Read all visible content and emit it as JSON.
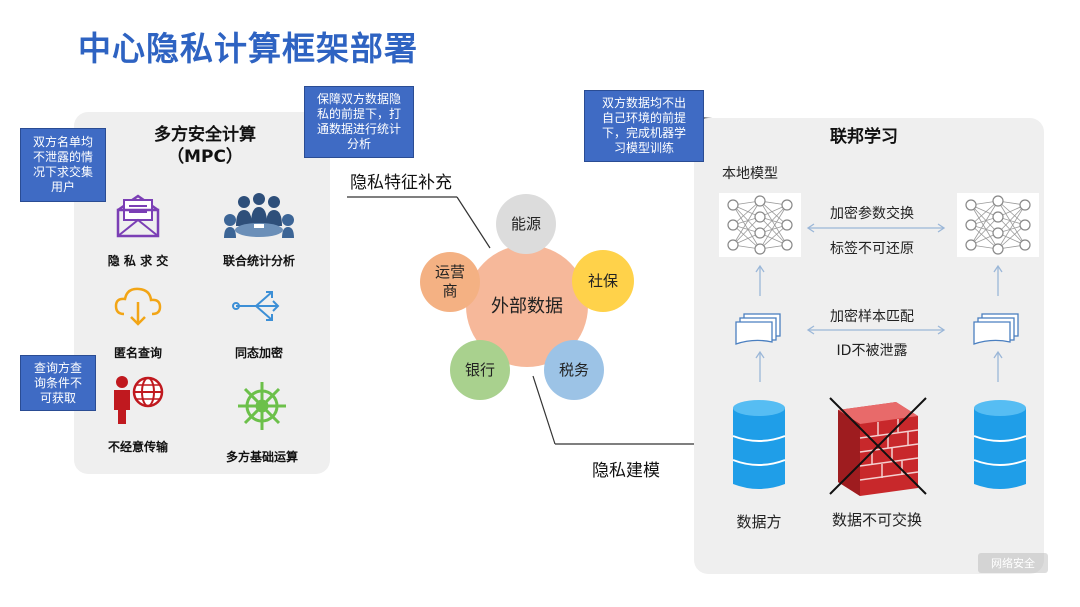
{
  "title": "中心隐私计算框架部署",
  "mpc": {
    "heading": "多方安全计算\n（MPC）",
    "tools": [
      {
        "label": "隐 私 求 交",
        "icon": "envelope-icon",
        "color": "#7b3fb5"
      },
      {
        "label": "联合统计分析",
        "icon": "meeting-icon",
        "color": "#2e4f7a"
      },
      {
        "label": "匿名查询",
        "icon": "cloud-download-icon",
        "color": "#f2a516"
      },
      {
        "label": "同态加密",
        "icon": "share-arrows-icon",
        "color": "#3c8fd6"
      },
      {
        "label": "不经意传输",
        "icon": "person-globe-icon",
        "color": "#c0191f"
      },
      {
        "label": "多方基础运算",
        "icon": "helm-wheel-icon",
        "color": "#6cc04a"
      }
    ]
  },
  "callouts": {
    "psi": "双方名单均\n不泄露的情\n况下求交集\n用户",
    "stats": "保障双方数据隐\n私的前提下，打\n通数据进行统计\n分析",
    "query": "查询方查\n询条件不\n可获取",
    "fl": "双方数据均不出\n自己环境的前提\n下，完成机器学\n习模型训练"
  },
  "center": {
    "feature_label": "隐私特征补充",
    "modeling_label": "隐私建模",
    "hub": "外部数据",
    "nodes": [
      {
        "label": "能源",
        "color": "#dcdcdc"
      },
      {
        "label": "社保",
        "color": "#ffd24a"
      },
      {
        "label": "税务",
        "color": "#9cc3e6"
      },
      {
        "label": "银行",
        "color": "#a9d18e"
      },
      {
        "label": "运营\n商",
        "color": "#f4b183"
      }
    ],
    "hub_color": "#f6b89a"
  },
  "fl": {
    "heading": "联邦学习",
    "local_model": "本地模型",
    "param_exchange": "加密参数交换",
    "label_irreversible": "标签不可还原",
    "sample_match": "加密样本匹配",
    "id_no_leak": "ID不被泄露",
    "data_party": "数据方",
    "no_exchange": "数据不可交换",
    "db_color": "#1f9ee8",
    "wall_color": "#c8282b"
  },
  "watermark": "网络安全"
}
